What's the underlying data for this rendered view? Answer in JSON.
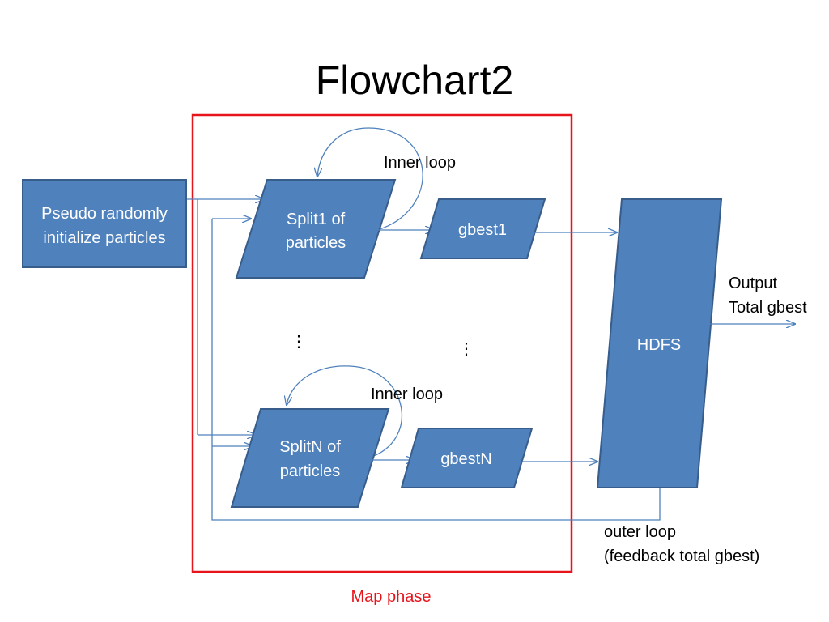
{
  "title": "Flowchart2",
  "nodes": {
    "init": "Pseudo randomly initialize particles",
    "init_lines": [
      "Pseudo randomly",
      "initialize particles"
    ],
    "split1_lines": [
      "Split1 of",
      "particles"
    ],
    "splitN_lines": [
      "SplitN of",
      "particles"
    ],
    "gbest1": "gbest1",
    "gbestN": "gbestN",
    "hdfs": "HDFS"
  },
  "labels": {
    "inner_loop_1": "Inner loop",
    "inner_loop_2": "Inner loop",
    "ellipsis_left": "⋮",
    "ellipsis_right": "⋮",
    "output_lines": [
      "Output",
      "Total gbest"
    ],
    "outer_loop_lines": [
      "outer loop",
      "(feedback total gbest)"
    ]
  },
  "regions": {
    "map_phase": "Map phase"
  },
  "colors": {
    "node_fill": "#4f81bd",
    "node_stroke": "#385d8a",
    "connector": "#4f81bd",
    "map_phase": "#e8141c"
  }
}
